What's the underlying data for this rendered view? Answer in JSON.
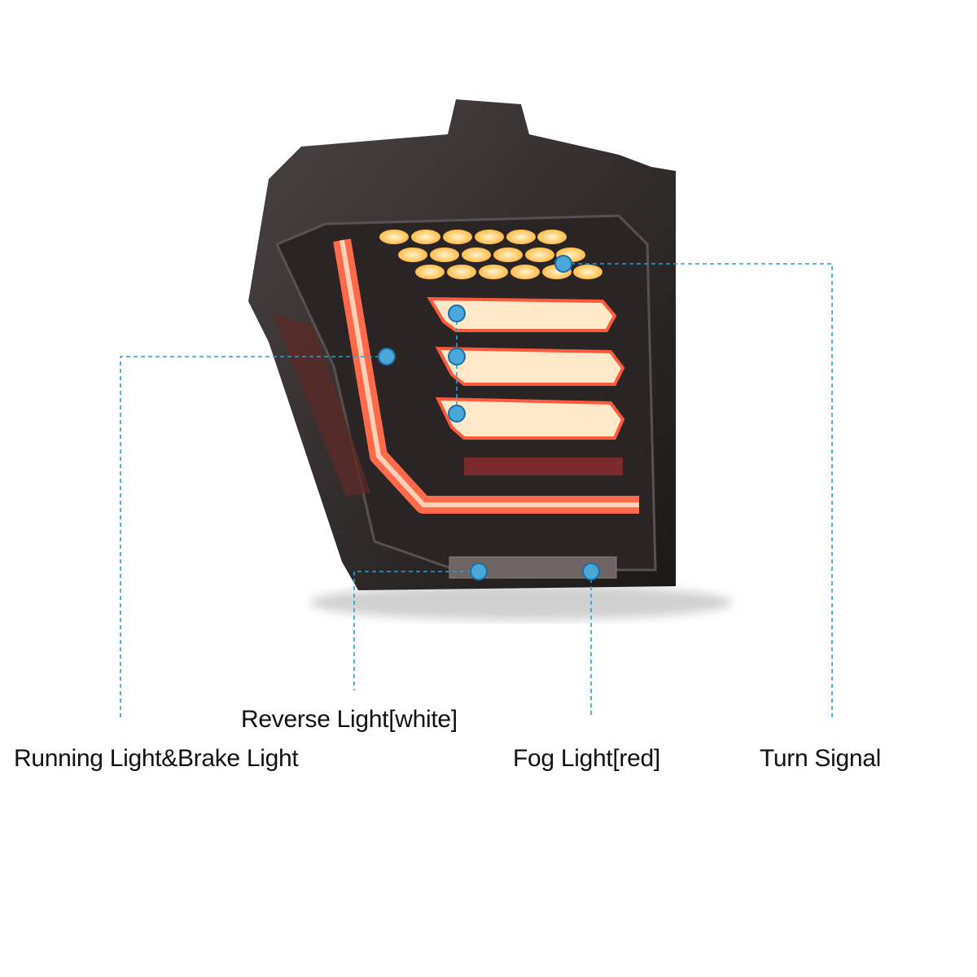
{
  "labels": {
    "reverse": "Reverse Light[white]",
    "running": "Running Light&Brake Light",
    "fog": "Fog Light[red]",
    "turn": "Turn Signal"
  },
  "colors": {
    "callout": "#2a9fd6",
    "dot": "#4aa8d8",
    "amber": "#ffcf6a",
    "red_light": "#ff5a3c",
    "housing": "#2a2626"
  }
}
